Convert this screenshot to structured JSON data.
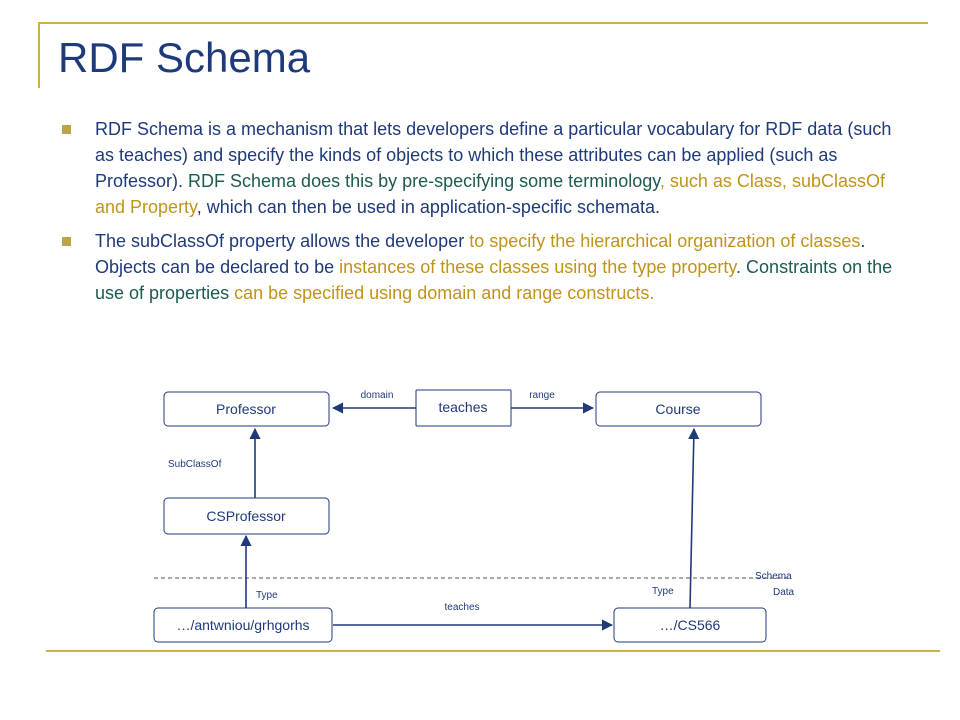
{
  "slide": {
    "title": "RDF Schema",
    "bullets": [
      {
        "segments": [
          {
            "text": "RDF Schema is a mechanism that lets developers define a particular vocabulary for RDF data (such as teaches) and specify the kinds of objects to which these attributes can be applied (such as Professor). ",
            "color": "#1f3a7a"
          },
          {
            "text": "RDF Schema does this by pre-specifying some terminology",
            "color": "#1d5a52"
          },
          {
            "text": ", such as Class, subClassOf and Property",
            "color": "#c09418"
          },
          {
            "text": ", which can then be used in application-specific schemata.",
            "color": "#1f3a7a"
          }
        ]
      },
      {
        "segments": [
          {
            "text": "The subClassOf property allows the developer ",
            "color": "#1f3a7a"
          },
          {
            "text": "to specify the hierarchical organization of classes",
            "color": "#c09418"
          },
          {
            "text": ". Objects can be declared to be ",
            "color": "#1f3a7a"
          },
          {
            "text": "instances of these classes using the type property",
            "color": "#c09418"
          },
          {
            "text": ". Constraints on the use of properties ",
            "color": "#1d5a52"
          },
          {
            "text": "can be specified using domain and range constructs.",
            "color": "#c09418"
          }
        ]
      }
    ]
  },
  "diagram": {
    "nodes": {
      "professor": "Professor",
      "teaches_property": "teaches",
      "course": "Course",
      "csprofessor": "CSProfessor",
      "instance_person": "…/antwniou/grhgorhs",
      "instance_course": "…/CS566"
    },
    "edge_labels": {
      "domain": "domain",
      "range": "range",
      "subclassof": "SubClassOf",
      "type_left": "Type",
      "type_right": "Type",
      "teaches_instance": "teaches"
    },
    "layer_labels": {
      "schema": "Schema",
      "data": "Data"
    }
  }
}
